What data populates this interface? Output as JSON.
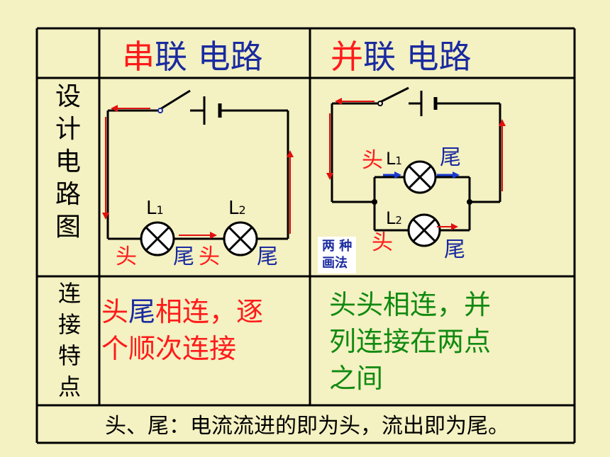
{
  "header": {
    "series": {
      "part1": "串",
      "part2": "联 电路"
    },
    "parallel": {
      "part1": "并",
      "part2": "联 电路"
    }
  },
  "row_labels": {
    "design": [
      "设",
      "计",
      "电",
      "路",
      "图"
    ],
    "features": [
      "连",
      "接",
      "特",
      "点"
    ]
  },
  "series_circuit": {
    "lamp1_label": "L",
    "lamp1_sub": "1",
    "lamp2_label": "L",
    "lamp2_sub": "2",
    "head": "头",
    "tail": "尾"
  },
  "parallel_circuit": {
    "lamp1_label": "L",
    "lamp1_sub": "1",
    "lamp2_label": "L",
    "lamp2_sub": "2",
    "head": "头",
    "tail": "尾",
    "note_line1": "两 种",
    "note_line2": "画法"
  },
  "features": {
    "series": {
      "part1": "头",
      "part2": "尾",
      "part3": "相连，逐",
      "line2": "个顺次连接"
    },
    "parallel": {
      "line1": "头头相连，并",
      "line2": "列连接在两点",
      "line3": "之间"
    }
  },
  "footer": "头、尾：电流流进的即为头，流出即为尾。",
  "colors": {
    "background": "#f4f1c2",
    "red": "#ff1a1a",
    "blue": "#1a2aa0",
    "green": "#118a11"
  }
}
